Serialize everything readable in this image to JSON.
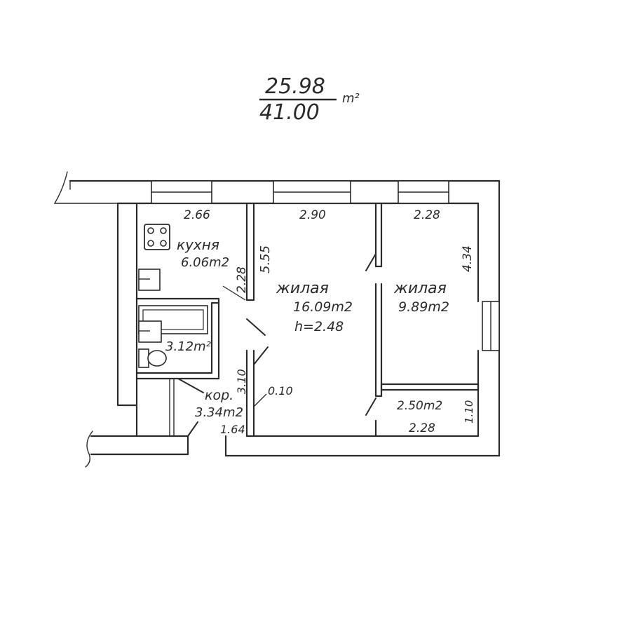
{
  "header": {
    "living_area": "25.98",
    "total_area": "41.00",
    "unit": "m²"
  },
  "rooms": {
    "kitchen": {
      "name": "кухня",
      "area": "6.06m2",
      "width": "2.66",
      "depth": "2.28"
    },
    "living1": {
      "name": "жилая",
      "area": "16.09m2",
      "height": "h=2.48",
      "width": "2.90",
      "depth": "5.55"
    },
    "living2": {
      "name": "жилая",
      "area": "9.89m2",
      "width": "2.28",
      "depth": "4.34"
    },
    "bathroom": {
      "area": "3.12m²"
    },
    "corridor": {
      "name": "кор.",
      "area": "3.34m2",
      "depth": "3.10",
      "width": "1.64"
    },
    "storage": {
      "area": "2.50m2",
      "width": "2.28",
      "depth": "1.10"
    },
    "niche": {
      "width": "0.10"
    }
  }
}
